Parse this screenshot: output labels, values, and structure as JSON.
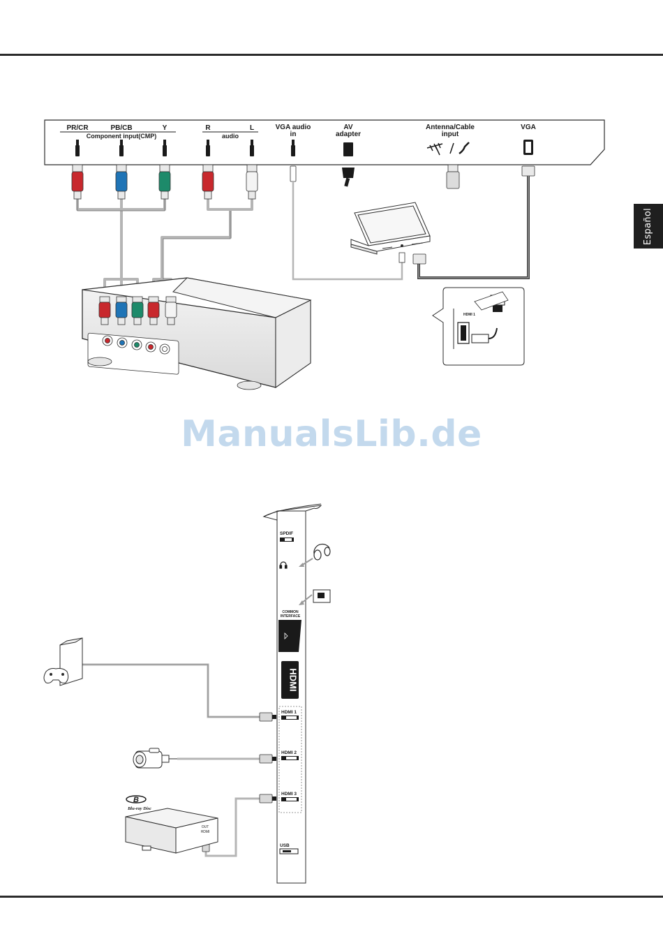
{
  "language_tab": "Español",
  "watermark": "ManualsLib.de",
  "top_panel": {
    "component": {
      "pr_label": "PR/CR",
      "pb_label": "PB/CB",
      "y_label": "Y",
      "caption": "Component input(CMP)"
    },
    "audio": {
      "r_label": "R",
      "l_label": "L",
      "caption": "audio"
    },
    "vga_audio": {
      "line1": "VGA audio",
      "line2": "in"
    },
    "av_adapter": {
      "line1": "AV",
      "line2": "adapter"
    },
    "antenna": {
      "line1": "Antenna/Cable",
      "line2": "input"
    },
    "vga": "VGA",
    "inset_hdmi_label": "HDMI 1"
  },
  "side_panel": {
    "spdif": "SPDIF",
    "common_interface": {
      "line1": "COMMON",
      "line2": "INTERFACE"
    },
    "hdmi_logo": "HDMI",
    "hdmi1": "HDMI 1",
    "hdmi2": "HDMI 2",
    "hdmi3": "HDMI 3",
    "usb": "USB"
  },
  "devices": {
    "bluray_logo": "Blu-ray Disc",
    "player_out": "OUT",
    "player_hdmi": "HDMI"
  },
  "colors": {
    "red": "#c8282d",
    "blue": "#1f74b6",
    "green": "#1d8a6a",
    "white": "#f4f4f4",
    "cable": "#b5b5b5",
    "dark_cable": "#3c3c3c"
  }
}
